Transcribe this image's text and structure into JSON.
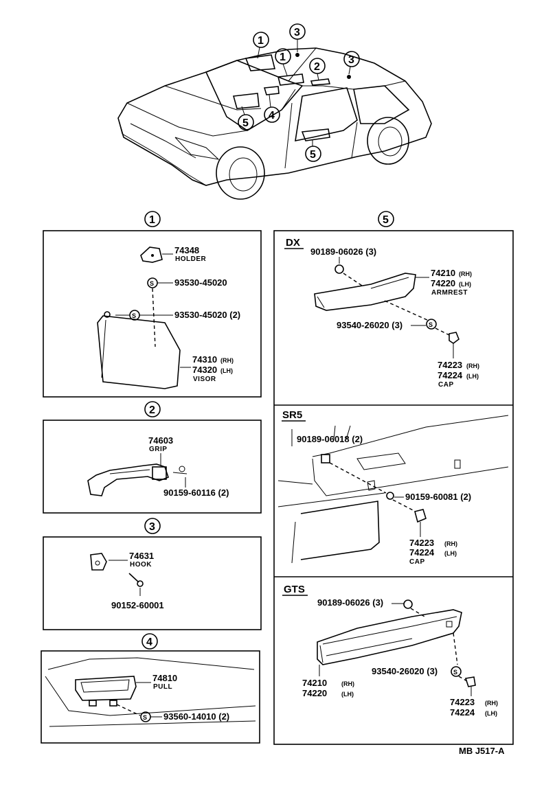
{
  "callouts": {
    "c1": "1",
    "c2": "2",
    "c3": "3",
    "c4": "4",
    "c5": "5"
  },
  "panel1": {
    "holder_pn": "74348",
    "holder_nm": "HOLDER",
    "screw1": "93530-45020",
    "screw2": "93530-45020 (2)",
    "visor_rh": "74310",
    "visor_lh": "74320",
    "rh": "(RH)",
    "lh": "(LH)",
    "visor_nm": "VISOR"
  },
  "panel2": {
    "grip_pn": "74603",
    "grip_nm": "GRIP",
    "bolt": "90159-60116 (2)"
  },
  "panel3": {
    "hook_pn": "74631",
    "hook_nm": "HOOK",
    "screw": "90152-60001"
  },
  "panel4": {
    "pull_pn": "74810",
    "pull_nm": "PULL",
    "screw": "93560-14010 (2)"
  },
  "panel5": {
    "dx": {
      "label": "DX",
      "clip": "90189-06026 (3)",
      "armrest_rh": "74210",
      "armrest_lh": "74220",
      "rh": "(RH)",
      "lh": "(LH)",
      "armrest_nm": "ARMREST",
      "screw": "93540-26020 (3)",
      "cap_rh": "74223",
      "cap_lh": "74224",
      "cap_nm": "CAP"
    },
    "sr5": {
      "label": "SR5",
      "clip": "90189-06018 (2)",
      "bolt": "90159-60081 (2)",
      "cap_rh": "74223",
      "cap_lh": "74224",
      "rh": "(RH)",
      "lh": "(LH)",
      "cap_nm": "CAP"
    },
    "gts": {
      "label": "GTS",
      "clip": "90189-06026 (3)",
      "armrest_rh": "74210",
      "armrest_lh": "74220",
      "rh": "(RH)",
      "lh": "(LH)",
      "screw": "93540-26020 (3)",
      "cap_rh": "74223",
      "cap_lh": "74224"
    }
  },
  "footer": {
    "code": "MB  J517-A"
  },
  "icons": {
    "screw_symbol": "S"
  }
}
